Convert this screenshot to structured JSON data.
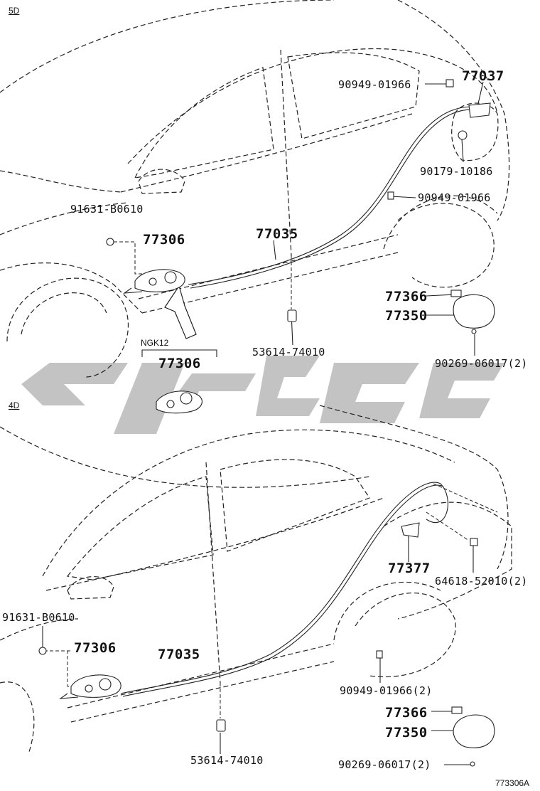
{
  "sections": {
    "top": "5D",
    "bottom": "4D",
    "variant": "NGK12"
  },
  "labels": {
    "p77037": "77037",
    "p90949a": "90949-01966",
    "p90179": "90179-10186",
    "p90949b": "90949-01966",
    "p91631a": "91631-B0610",
    "p77306a": "77306",
    "p77035a": "77035",
    "p77366a": "77366",
    "p77350a": "77350",
    "p53614a": "53614-74010",
    "p90269a": "90269-06017(2)",
    "p77306b": "77306",
    "p77377": "77377",
    "p64618": "64618-52010(2)",
    "p91631b": "91631-B0610",
    "p77306c": "77306",
    "p77035b": "77035",
    "p90949c": "90949-01966(2)",
    "p77366b": "77366",
    "p77350b": "77350",
    "p53614b": "53614-74010",
    "p90269b": "90269-06017(2)"
  },
  "figure_id": "773306A",
  "colors": {
    "line": "#222222",
    "watermark": "#b8b8b8"
  }
}
